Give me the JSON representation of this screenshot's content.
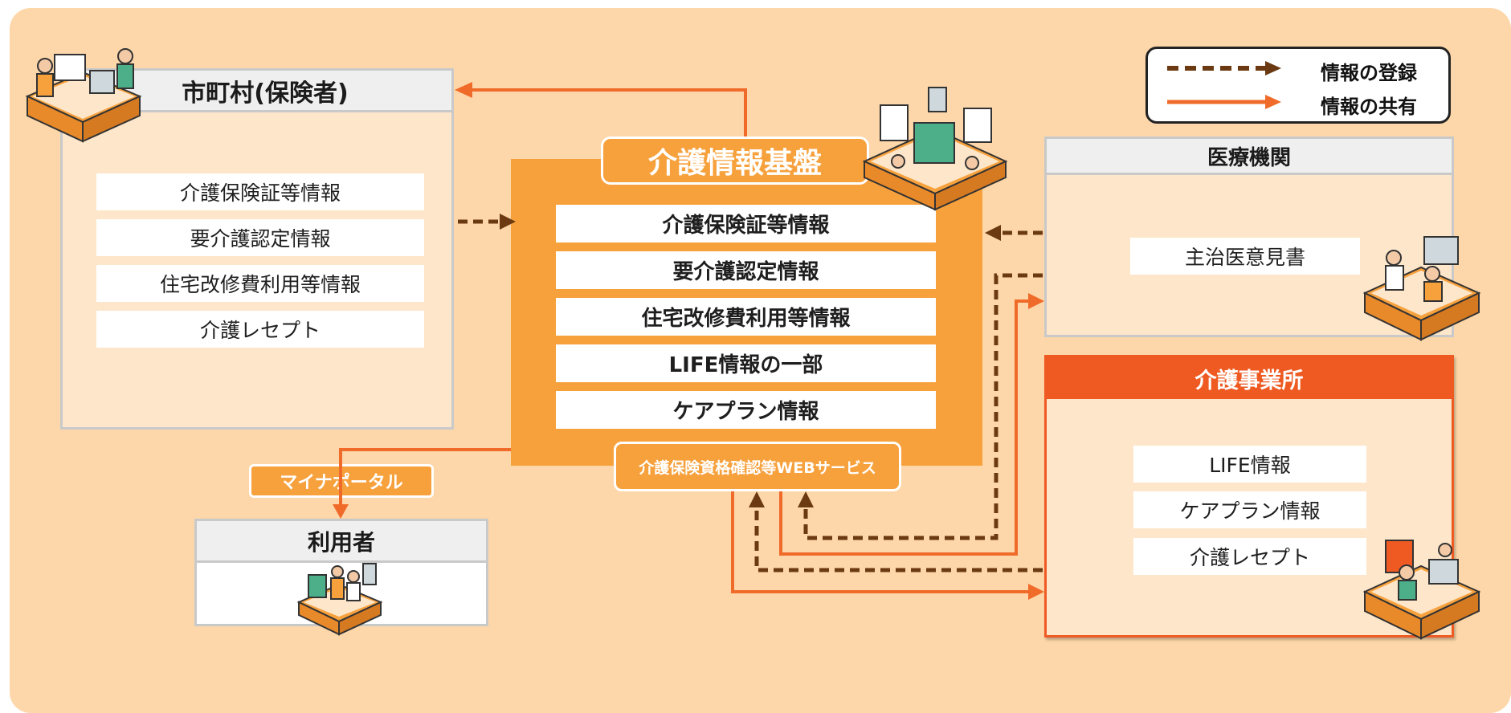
{
  "legend": {
    "registration": "情報の登録",
    "sharing": "情報の共有"
  },
  "municipality": {
    "title": "市町村(保険者)",
    "items": [
      "介護保険証等情報",
      "要介護認定情報",
      "住宅改修費利用等情報",
      "介護レセプト"
    ]
  },
  "platform": {
    "title": "介護情報基盤",
    "items": [
      "介護保険証等情報",
      "要介護認定情報",
      "住宅改修費利用等情報",
      "LIFE情報の一部",
      "ケアプラン情報"
    ],
    "web_service": "介護保険資格確認等WEBサービス"
  },
  "medical": {
    "title": "医療機関",
    "items": [
      "主治医意見書"
    ]
  },
  "care_office": {
    "title": "介護事業所",
    "items": [
      "LIFE情報",
      "ケアプラン情報",
      "介護レセプト"
    ]
  },
  "portal": {
    "label": "マイナポータル"
  },
  "user": {
    "title": "利用者"
  },
  "colors": {
    "background": "#fdd7a9",
    "platform_orange": "#f7a13d",
    "care_office_red": "#ee5a22",
    "share_arrow": "#f06b2a",
    "register_arrow": "#6b3a12"
  }
}
